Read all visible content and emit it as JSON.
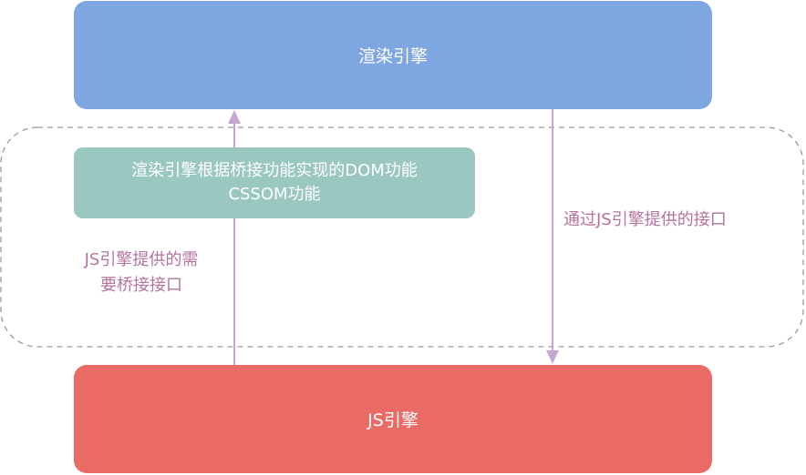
{
  "render_engine": {
    "label": "渲染引擎"
  },
  "js_engine": {
    "label": "JS引擎"
  },
  "bridge_box": {
    "line1": "渲染引擎根据桥接功能实现的DOM功能",
    "line2": "CSSOM功能"
  },
  "edges": {
    "right_label": "通过JS引擎提供的接口",
    "left_label_line1": "JS引擎提供的需",
    "left_label_line2": "要桥接接口"
  },
  "colors": {
    "render_engine": "#7ea6e0",
    "js_engine": "#ea6b66",
    "bridge_box": "#9ac7bf",
    "arrow": "#c3a8d1",
    "edge_label": "#b5739d",
    "dashed_border": "#999999"
  }
}
